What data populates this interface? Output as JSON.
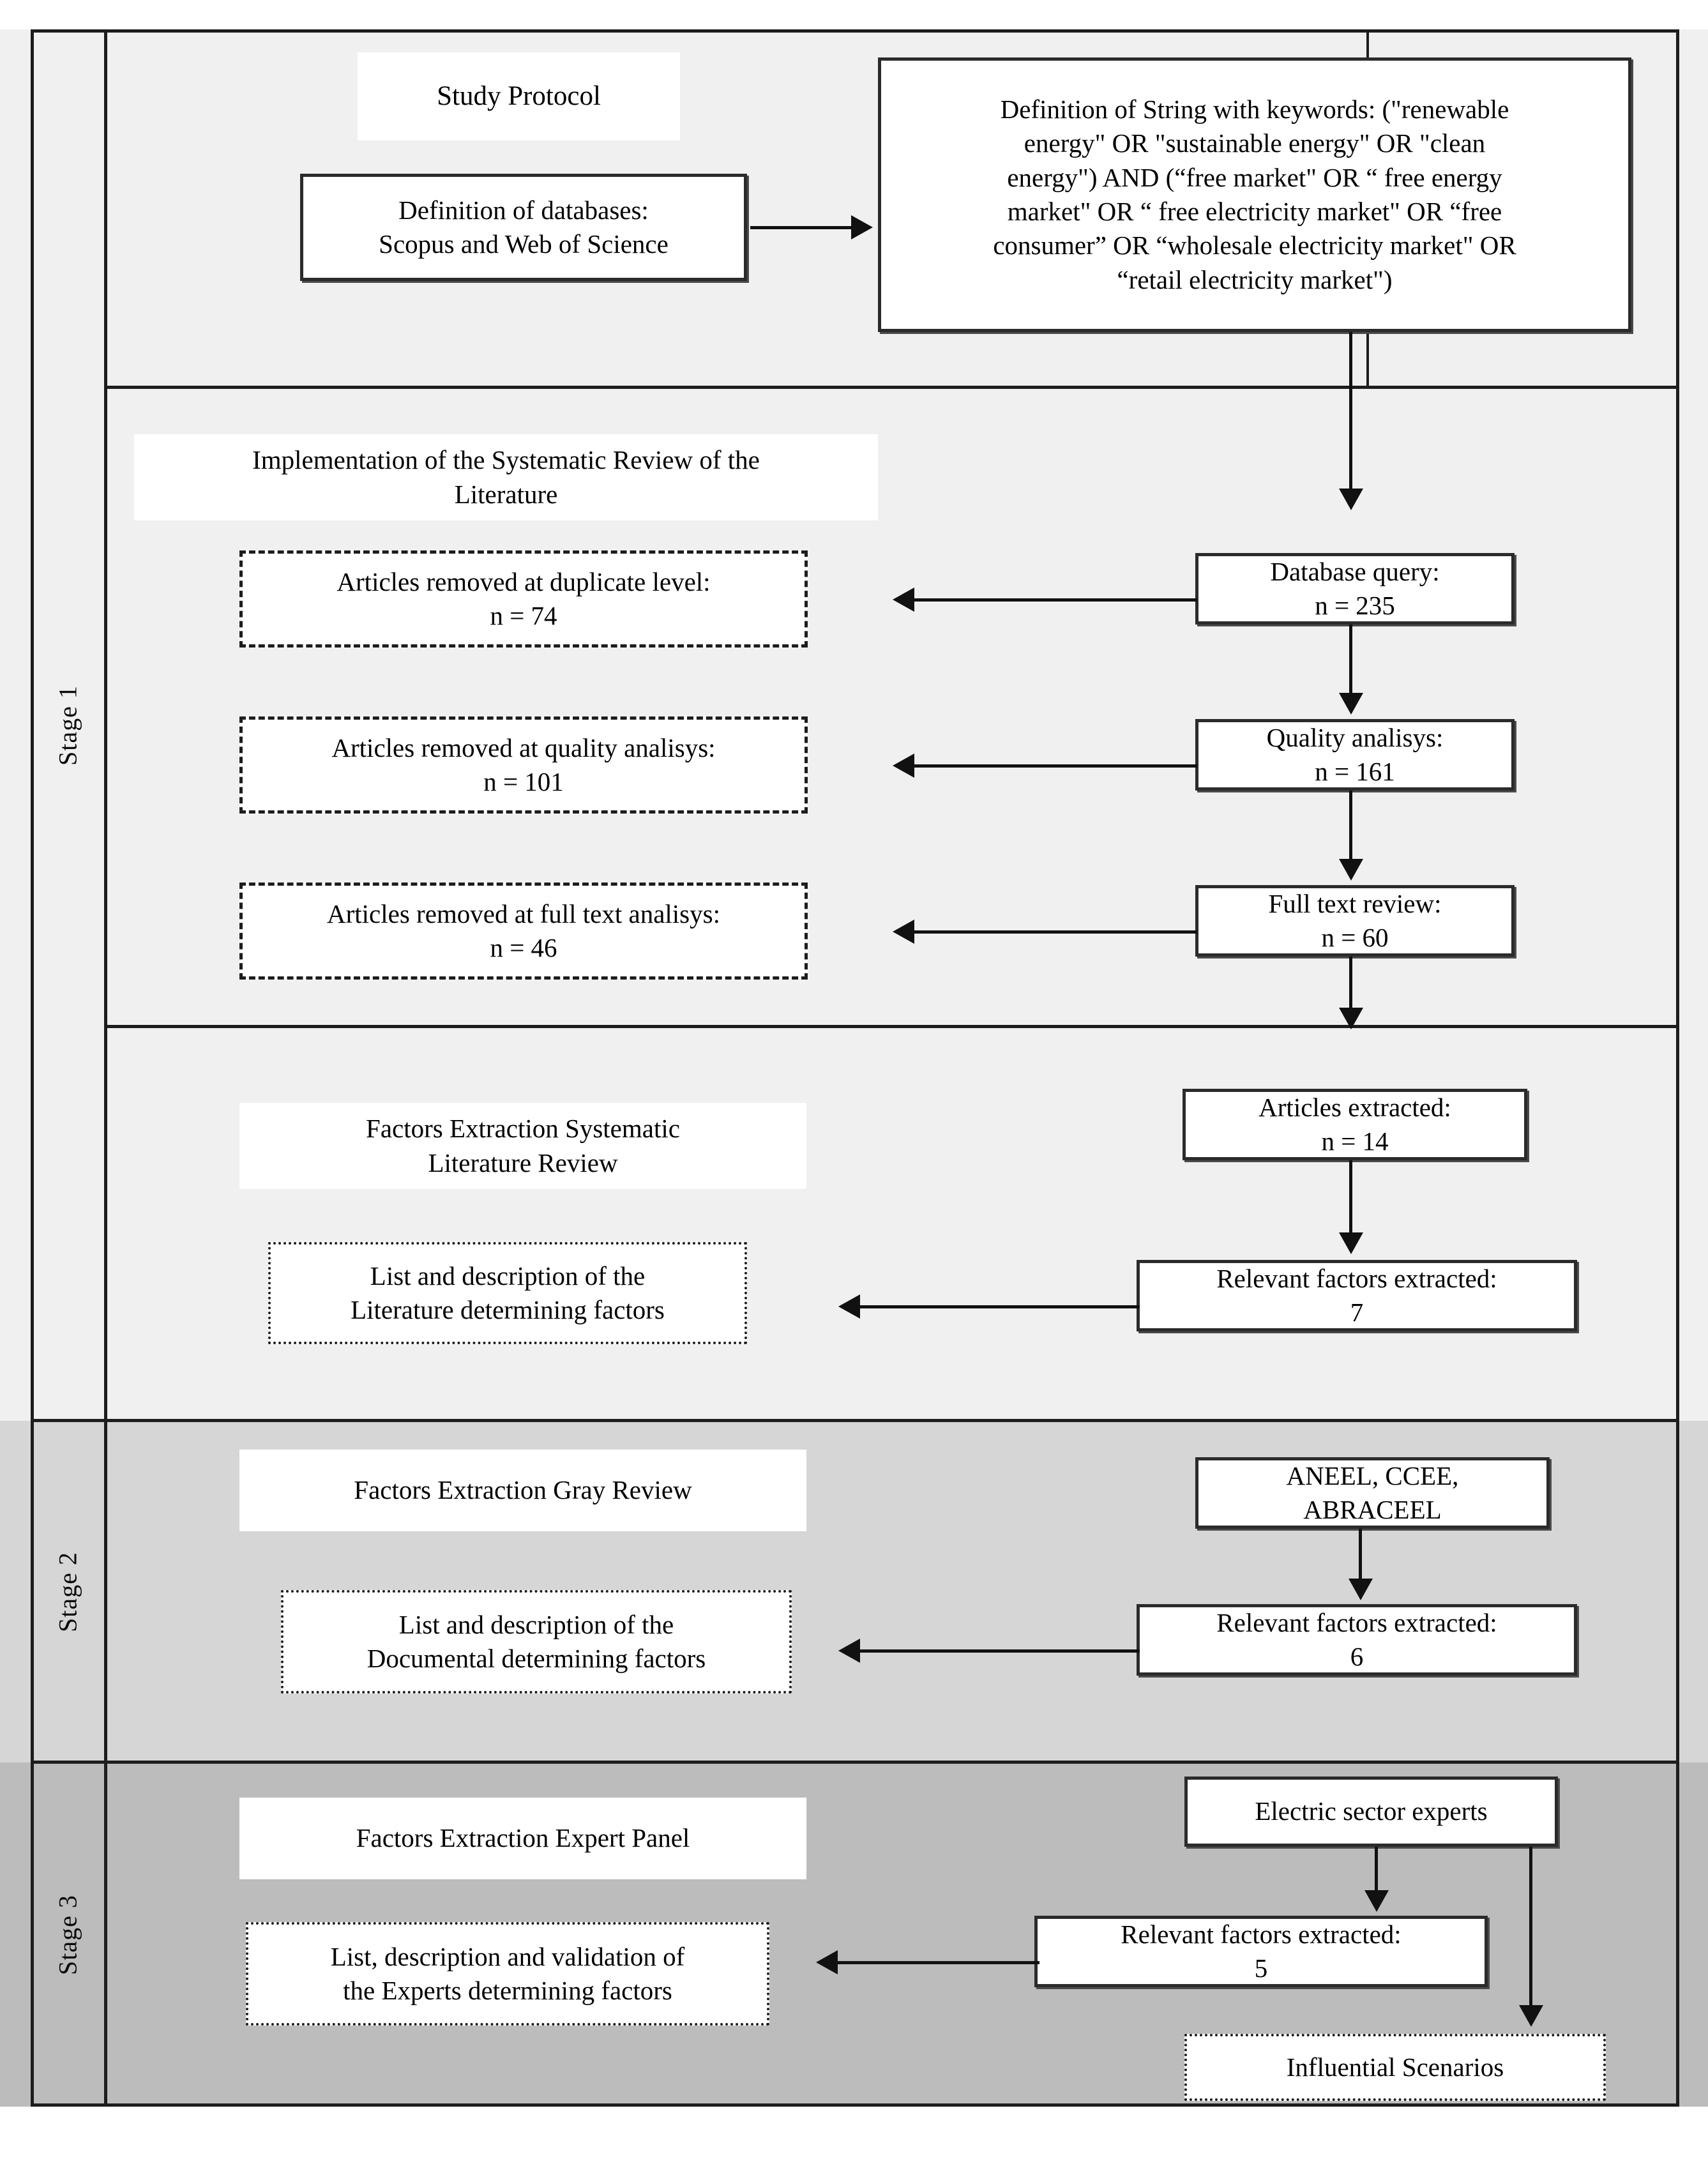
{
  "figure": {
    "type": "flowchart",
    "description": "Three-stage systematic review methodology flowchart"
  },
  "stages": [
    {
      "id": "stage1",
      "label": "Stage 1",
      "background": "#f0f0f0"
    },
    {
      "id": "stage2",
      "label": "Stage 2",
      "background": "#d6d6d6"
    },
    {
      "id": "stage3",
      "label": "Stage 3",
      "background": "#bcbcbc"
    }
  ],
  "nodes": {
    "study_protocol": "Study Protocol",
    "definition_databases": "Definition of databases: Scopus and Web of Science",
    "definition_string": "Definition of String with keywords: (\"renewable energy\" OR \"sustainable energy\" OR \"clean energy\") AND (“free market\" OR “ free energy market\" OR “ free electricity market\" OR “free consumer” OR “wholesale electricity market\" OR “retail electricity market\")",
    "implementation_srl": "Implementation of the  Systematic Review of the Literature",
    "removed_duplicate": "Articles removed at duplicate level: n = 74",
    "removed_quality": "Articles removed at quality analisys: n = 101",
    "removed_fulltext": "Articles removed at full text analisys: n = 46",
    "database_query": "Database query: n = 235",
    "quality_analisys": "Quality analisys: n = 161",
    "full_text_review": "Full text review: n = 60",
    "factors_extraction_slr": "Factors Extraction Systematic Literature Review",
    "list_literature": "List and description of the Literature determining factors",
    "articles_extracted": "Articles extracted: n = 14",
    "relevant_factors_7": "Relevant factors extracted: 7",
    "factors_extraction_gray": "Factors Extraction Gray Review",
    "list_documental": "List and description of the Documental determining factors",
    "sources_gray": "ANEEL, CCEE, ABRACEEL",
    "relevant_factors_6": "Relevant  factors  extracted: 6",
    "factors_extraction_expert": "Factors Extraction Expert Panel",
    "list_experts": "List, description and validation of the Experts determining factors",
    "electric_sector_experts": "Electric sector experts",
    "relevant_factors_5": "Relevant factors extracted: 5",
    "influential_scenarios": "Influential Scenarios"
  },
  "node_lines": {
    "definition_databases": [
      "Definition of databases:",
      "Scopus and Web of Science"
    ],
    "definition_string": [
      "Definition of String with keywords: (\"renewable",
      "energy\" OR \"sustainable energy\" OR \"clean",
      "energy\") AND (“free market\" OR “ free energy",
      "market\" OR “ free electricity market\" OR “free",
      "consumer” OR “wholesale electricity market\" OR",
      "“retail electricity market\")"
    ],
    "implementation_srl": [
      "Implementation of the  Systematic Review of the",
      "Literature"
    ],
    "removed_duplicate": [
      "Articles removed at duplicate level:",
      "n = 74"
    ],
    "removed_quality": [
      "Articles removed at quality analisys:",
      "n = 101"
    ],
    "removed_fulltext": [
      "Articles removed at full text analisys:",
      "n = 46"
    ],
    "database_query": [
      "Database query:",
      "n = 235"
    ],
    "quality_analisys": [
      "Quality analisys:",
      "n = 161"
    ],
    "full_text_review": [
      "Full text review:",
      "n = 60"
    ],
    "factors_extraction_slr": [
      "Factors Extraction Systematic",
      "Literature Review"
    ],
    "list_literature": [
      "List and description of the",
      "Literature determining factors"
    ],
    "articles_extracted": [
      "Articles extracted:",
      "n = 14"
    ],
    "relevant_factors_7": [
      "Relevant factors extracted:",
      "7"
    ],
    "list_documental": [
      "List and description of the",
      "Documental determining factors"
    ],
    "sources_gray": [
      "ANEEL, CCEE,",
      "ABRACEEL"
    ],
    "relevant_factors_6": [
      "Relevant  factors  extracted:",
      "6"
    ],
    "list_experts": [
      "List, description and validation of",
      "the Experts determining factors"
    ],
    "relevant_factors_5": [
      "Relevant factors extracted:",
      "5"
    ]
  },
  "counts": {
    "database_query": 235,
    "quality_analisys": 161,
    "full_text_review": 60,
    "removed_duplicate": 74,
    "removed_quality": 101,
    "removed_fulltext": 46,
    "articles_extracted": 14,
    "relevant_factors_literature": 7,
    "relevant_factors_documental": 6,
    "relevant_factors_experts": 5
  },
  "colors": {
    "stage1_bg": "#f0f0f0",
    "stage2_bg": "#d6d6d6",
    "stage3_bg": "#bcbcbc",
    "border": "#1d1d1d",
    "node_bg": "#ffffff",
    "text": "#000000"
  }
}
